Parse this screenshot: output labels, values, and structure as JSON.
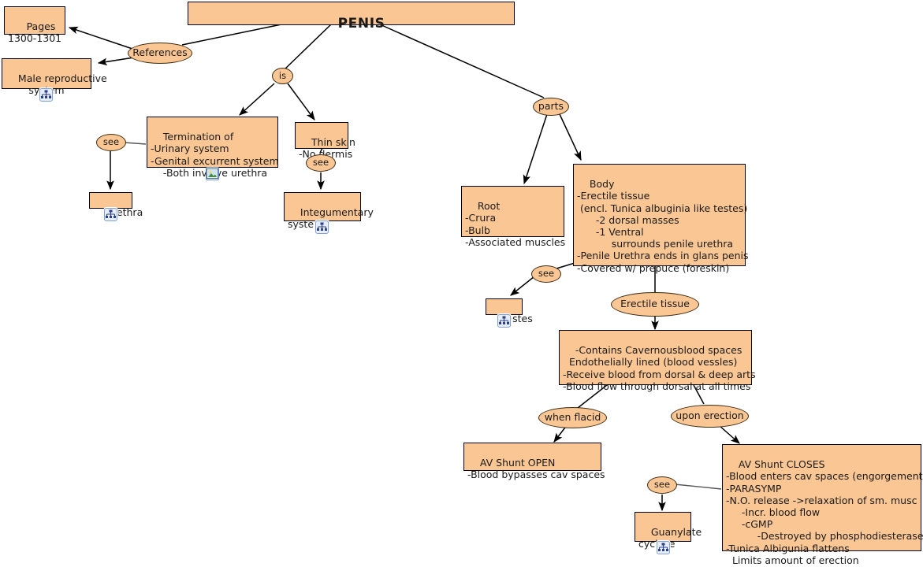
{
  "map": {
    "title": "PENIS",
    "background": "#ffffff",
    "node_fill": "#fac694",
    "node_stroke": "#000000",
    "oval_stroke": "#3a2a10",
    "edge_color": "#000000",
    "link_color": "#555555"
  },
  "nodes": {
    "penis": {
      "label": "PENIS"
    },
    "pages": {
      "label": "Pages\n1300-1301"
    },
    "male_reproductive": {
      "label": "Male reproductive\nsystem",
      "icon": "concept-map-tree-icon"
    },
    "termination": {
      "label": "Termination of\n-Urinary system\n-Genital excurrent system\n    -Both involve urethra",
      "icon": "picture-icon"
    },
    "thin_skin": {
      "label": "Thin skin\n-No dermis"
    },
    "urethra": {
      "label": "Urethra",
      "icon": "concept-map-tree-icon"
    },
    "integumentary": {
      "label": "Integumentary\nsystem",
      "icon": "concept-map-tree-icon"
    },
    "root": {
      "label": "Root\n-Crura\n-Bulb\n-Associated muscles"
    },
    "body": {
      "label": "Body\n-Erectile tissue\n (encl. Tunica albuginia like testes)\n      -2 dorsal masses\n      -1 Ventral\n           surrounds penile urethra\n-Penile Urethra ends in glans penis\n-Covered w/ prepuce (foreskin)"
    },
    "testes": {
      "label": "Testes",
      "icon": "concept-map-tree-icon"
    },
    "cavernous": {
      "label": "-Contains Cavernousblood spaces\n  Endothelially lined (blood vessles)\n-Receive blood from dorsal & deep arts\n-Blood flow through dorsal at all times"
    },
    "av_open": {
      "label": "AV Shunt OPEN\n-Blood bypasses cav spaces"
    },
    "av_closes": {
      "label": "AV Shunt CLOSES\n-Blood enters cav spaces (engorgement)\n-PARASYMP\n-N.O. release ->relaxation of sm. musc\n     -Incr. blood flow\n     -cGMP\n          -Destroyed by phosphodiesterase\n-Tunica Albigunia flattens\n  Limits amount of erection"
    },
    "guanylate": {
      "label": "Guanylate\ncyclase",
      "icon": "concept-map-tree-icon"
    }
  },
  "links": {
    "references": {
      "label": "References"
    },
    "is": {
      "label": "is"
    },
    "parts": {
      "label": "parts"
    },
    "see_urethra": {
      "label": "see"
    },
    "see_integumentary": {
      "label": "see"
    },
    "see_testes": {
      "label": "see"
    },
    "erectile_tissue": {
      "label": "Erectile tissue"
    },
    "when_flacid": {
      "label": "when flacid"
    },
    "upon_erection": {
      "label": "upon erection"
    },
    "see_guanylate": {
      "label": "see"
    }
  }
}
